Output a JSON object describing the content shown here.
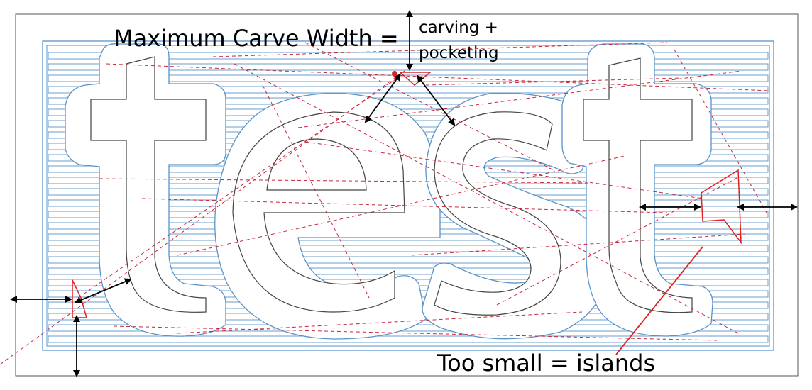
{
  "annotations": {
    "max_carve_width": "Maximum Carve Width =",
    "carving": "carving +",
    "pocketing": "pocketing",
    "islands": "Too small = islands"
  },
  "artwork": {
    "word": "test"
  },
  "colors": {
    "toolpath_blue": "#5a93c8",
    "rapid_red_dashed": "#c8283c",
    "island_red": "#e02020",
    "outline_gray": "#444444",
    "arrow_black": "#000000"
  }
}
